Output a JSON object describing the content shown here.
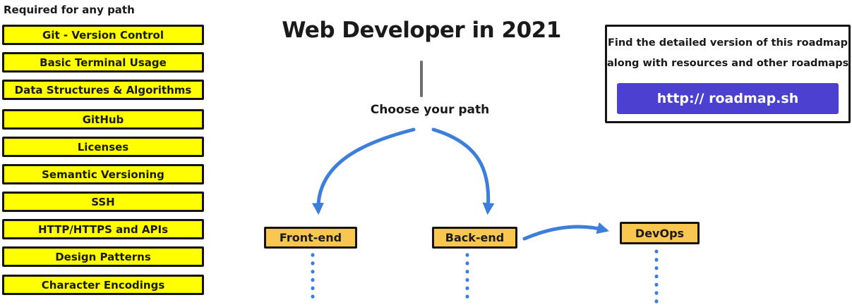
{
  "required": {
    "heading": "Required for any path",
    "items": [
      "Git - Version Control",
      "Basic Terminal Usage",
      "Data Structures & Algorithms",
      "GitHub",
      "Licenses",
      "Semantic Versioning",
      "SSH",
      "HTTP/HTTPS and APIs",
      "Design Patterns",
      "Character Encodings"
    ]
  },
  "main": {
    "title": "Web Developer in 2021",
    "choose_label": "Choose your path",
    "paths": {
      "frontend": "Front-end",
      "backend": "Back-end",
      "devops": "DevOps"
    }
  },
  "info_box": {
    "line1": "Find the detailed version of this roadmap",
    "line2": "along with resources and other roadmaps",
    "button_label": "http:// roadmap.sh"
  },
  "colors": {
    "req-box-bg": "#ffff00",
    "path-box-bg": "#f9c74f",
    "arrow-blue": "#3b7edb",
    "button-bg": "#4b40cf",
    "connector-gray": "#6e6e6e"
  }
}
